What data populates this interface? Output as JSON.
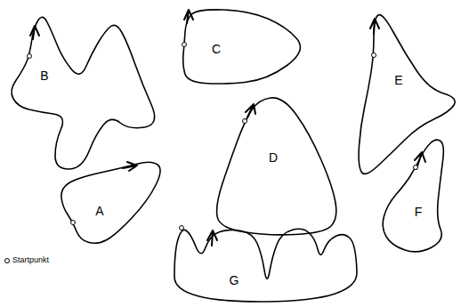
{
  "diagram": {
    "nodes": [
      {
        "text": [
          "B"
        ]
      },
      {
        "text": [
          "C"
        ]
      },
      {
        "text": [
          "E"
        ]
      },
      {
        "text": [
          "D"
        ]
      },
      {
        "text": [
          "A"
        ]
      },
      {
        "text": [
          "F"
        ]
      },
      {
        "text": [
          "G"
        ]
      }
    ],
    "legend": [
      {
        "text": "Startpunkt"
      }
    ]
  }
}
